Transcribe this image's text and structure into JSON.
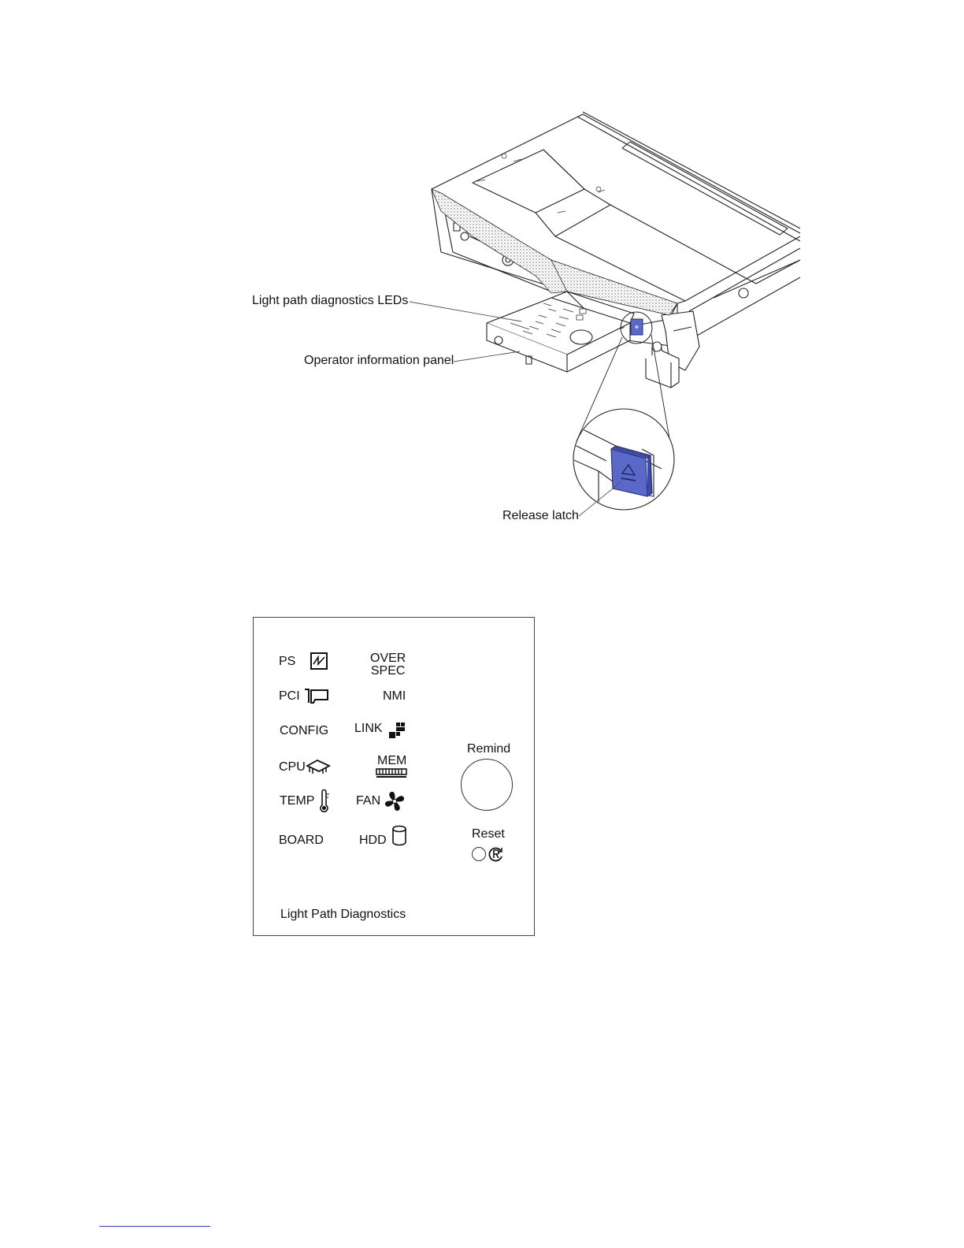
{
  "callouts": {
    "leds": "Light path diagnostics LEDs",
    "panel": "Operator information panel",
    "latch": "Release latch"
  },
  "panel": {
    "title": "Light Path Diagnostics",
    "left_column": [
      {
        "label": "PS",
        "icon": "power-supply-icon"
      },
      {
        "label": "PCI",
        "icon": "pci-card-icon"
      },
      {
        "label": "CONFIG",
        "icon": ""
      },
      {
        "label": "CPU",
        "icon": "cpu-icon"
      },
      {
        "label": "TEMP",
        "icon": "thermometer-icon"
      },
      {
        "label": "BOARD",
        "icon": ""
      }
    ],
    "right_column": [
      {
        "label_top": "OVER",
        "label_bottom": "SPEC",
        "icon": ""
      },
      {
        "label": "NMI",
        "icon": ""
      },
      {
        "label": "LINK",
        "icon": "link-icon"
      },
      {
        "label": "MEM",
        "icon": "memory-icon"
      },
      {
        "label": "FAN",
        "icon": "fan-icon"
      },
      {
        "label": "HDD",
        "icon": "hard-drive-icon"
      }
    ],
    "remind_label": "Remind",
    "reset_label": "Reset"
  },
  "colors": {
    "latch": "#5a68c8",
    "latch_dark": "#3e4aa6",
    "line": "#222222",
    "link": "#3b3bd6"
  }
}
